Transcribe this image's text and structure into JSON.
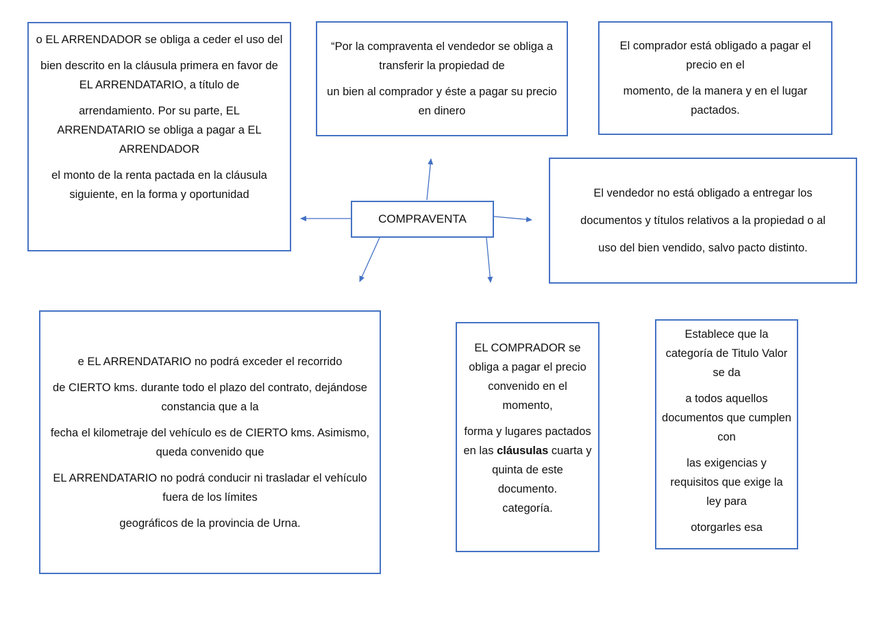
{
  "center": {
    "label": "COMPRAVENTA"
  },
  "boxes": {
    "arrendador": [
      "o EL ARRENDADOR se obliga a ceder el uso del",
      "bien descrito en la cláusula primera en favor de EL ARRENDATARIO, a título de",
      "arrendamiento. Por su parte, EL ARRENDATARIO se obliga a pagar a EL ARRENDADOR",
      "el monto de la renta pactada en la cláusula siguiente, en la forma y oportunidad"
    ],
    "definicion": [
      "“Por la compraventa el vendedor se obliga a transferir la propiedad de",
      "un bien al comprador y éste a pagar su precio en dinero"
    ],
    "comprador_obligado": [
      "El comprador está obligado a pagar el precio en el",
      "momento, de la manera y en el lugar pactados."
    ],
    "vendedor": [
      "El vendedor no está obligado a entregar los",
      "documentos y títulos relativos a la propiedad o al",
      "uso del bien vendido, salvo pacto distinto."
    ],
    "arrendatario": [
      "e EL ARRENDATARIO no podrá exceder el recorrido",
      "de CIERTO kms. durante todo el plazo del contrato, dejándose constancia que a la",
      "fecha el kilometraje del vehículo es de CIERTO kms. Asimismo, queda convenido que",
      "EL ARRENDATARIO no podrá conducir ni trasladar el vehículo fuera de los límites",
      "geográficos de la provincia de Urna."
    ],
    "comprador_obliga": {
      "p1": "EL COMPRADOR se obliga a pagar el precio convenido en el momento,",
      "p2_a": "forma y lugares pactados en las ",
      "p2_bold": "cláusulas",
      "p2_b": " cuarta y quinta de este documento.",
      "p3": "categoría."
    },
    "titulo_valor": [
      "Establece que la categoría de Titulo Valor se da",
      "a todos aquellos documentos que cumplen con",
      "las exigencias y requisitos que exige la ley para",
      "otorgarles esa"
    ]
  },
  "colors": {
    "border": "#4472c4",
    "arrow": "#4472c4"
  }
}
